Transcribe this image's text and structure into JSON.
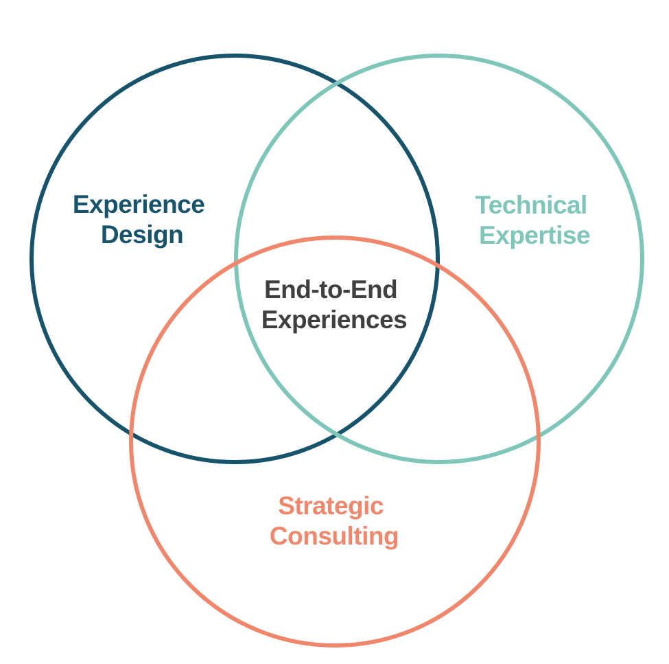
{
  "diagram": {
    "type": "venn-3-circle",
    "background_color": "#ffffff",
    "circles": [
      {
        "id": "experience-design",
        "label_line1": "Experience",
        "label_line2": "Design",
        "color": "#17536A"
      },
      {
        "id": "technical-expertise",
        "label_line1": "Technical",
        "label_line2": "Expertise",
        "color": "#7FC6BA"
      },
      {
        "id": "strategic-consulting",
        "label_line1": "Strategic",
        "label_line2": "Consulting",
        "color": "#F0876C"
      }
    ],
    "intersection": {
      "id": "end-to-end-experiences",
      "label_line1": "End-to-End",
      "label_line2": "Experiences",
      "color": "#3F3F41"
    }
  }
}
